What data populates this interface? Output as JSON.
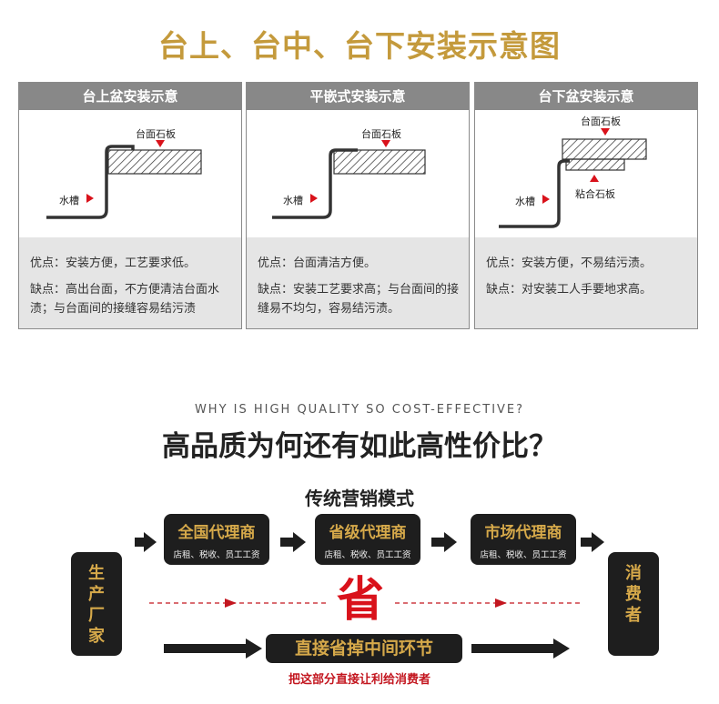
{
  "page_title": "台上、台中、台下安装示意图",
  "panels": [
    {
      "header": "台上盆安装示意",
      "labels": {
        "countertop": "台面石板",
        "sink": "水槽"
      },
      "pros": "优点：安装方便，工艺要求低。",
      "cons": "缺点：高出台面，不方便清洁台面水渍；与台面间的接缝容易结污渍"
    },
    {
      "header": "平嵌式安装示意",
      "labels": {
        "countertop": "台面石板",
        "sink": "水槽"
      },
      "pros": "优点：台面清洁方便。",
      "cons": "缺点：安装工艺要求高；与台面间的接缝易不均匀，容易结污渍。"
    },
    {
      "header": "台下盆安装示意",
      "labels": {
        "countertop": "台面石板",
        "sink": "水槽",
        "adhesive": "粘合石板"
      },
      "pros": "优点：安装方便，不易结污渍。",
      "cons": "缺点：对安装工人手要地求高。"
    }
  ],
  "section2": {
    "subtitle_en": "WHY IS HIGH QUALITY SO COST-EFFECTIVE?",
    "subtitle_cn": "高品质为何还有如此高性价比？",
    "traditional_label": "传统营销模式",
    "producer": "生产厂家",
    "consumer": "消费者",
    "agents": [
      {
        "title": "全国代理商",
        "costs": "店租、税收、员工工资"
      },
      {
        "title": "省级代理商",
        "costs": "店租、税收、员工工资"
      },
      {
        "title": "市场代理商",
        "costs": "店租、税收、员工工资"
      }
    ],
    "save_char": "省",
    "shortcut_label": "直接省掉中间环节",
    "footnote": "把这部分直接让利给消费者"
  },
  "colors": {
    "gold": "#c49a3c",
    "header_gray": "#888888",
    "body_gray": "#e5e5e5",
    "accent_red": "#d9121b",
    "dark_box": "#1e1e1e"
  }
}
